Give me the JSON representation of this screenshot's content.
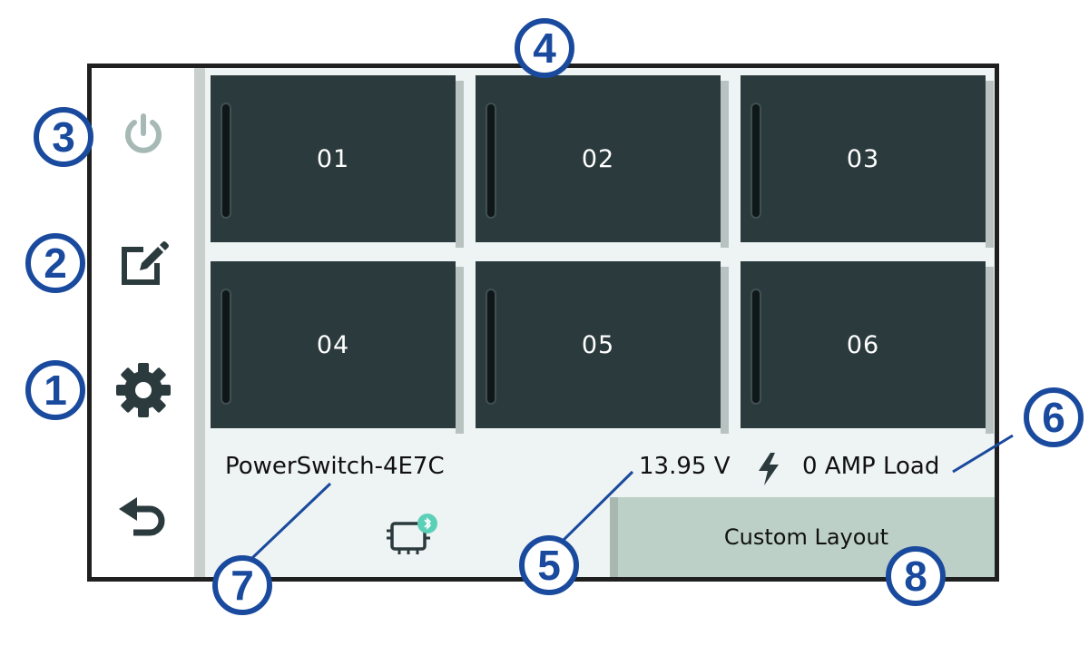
{
  "tiles": [
    {
      "label": "01"
    },
    {
      "label": "02"
    },
    {
      "label": "03"
    },
    {
      "label": "04"
    },
    {
      "label": "05"
    },
    {
      "label": "06"
    }
  ],
  "device": {
    "name": "PowerSwitch-4E7C"
  },
  "status": {
    "voltage": "13.95 V",
    "load": "0 AMP Load"
  },
  "buttons": {
    "custom_layout": "Custom Layout"
  },
  "callouts": [
    "1",
    "2",
    "3",
    "4",
    "5",
    "6",
    "7",
    "8"
  ],
  "colors": {
    "tile": "#2b3a3d",
    "callout": "#1a4a9e",
    "power_icon": "#a7b9b5",
    "bluetooth_badge": "#5bd0b8"
  },
  "icons": [
    "power-icon",
    "edit-icon",
    "settings-gear-icon",
    "back-icon",
    "bolt-icon",
    "bluetooth-device-icon"
  ]
}
